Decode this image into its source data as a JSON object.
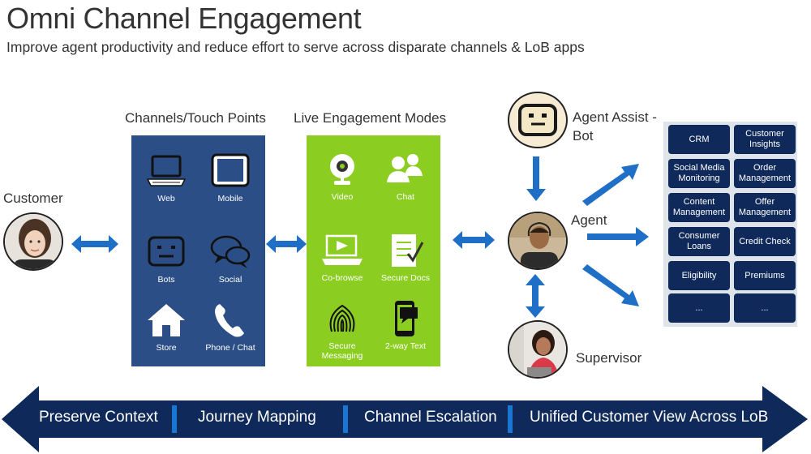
{
  "title": "Omni Channel Engagement",
  "subtitle": "Improve agent productivity and reduce effort to serve across disparate channels & LoB apps",
  "customer": {
    "label": "Customer"
  },
  "channels": {
    "heading": "Channels/Touch Points",
    "items": [
      {
        "label": "Web",
        "icon": "laptop-icon"
      },
      {
        "label": "Mobile",
        "icon": "tablet-icon"
      },
      {
        "label": "Bots",
        "icon": "bot-icon"
      },
      {
        "label": "Social",
        "icon": "speech-bubbles-icon"
      },
      {
        "label": "Store",
        "icon": "house-icon"
      },
      {
        "label": "Phone / Chat",
        "icon": "phone-icon"
      }
    ]
  },
  "modes": {
    "heading": "Live Engagement Modes",
    "items": [
      {
        "label": "Video",
        "icon": "webcam-icon"
      },
      {
        "label": "Chat",
        "icon": "chat-people-icon"
      },
      {
        "label": "Co-browse",
        "icon": "cobrowse-icon"
      },
      {
        "label": "Secure Docs",
        "icon": "checklist-doc-icon"
      },
      {
        "label": "Secure Messaging",
        "icon": "fingerprint-icon"
      },
      {
        "label": "2-way Text",
        "icon": "smartphone-text-icon"
      }
    ]
  },
  "agent_assist": {
    "label": "Agent Assist - Bot"
  },
  "agent": {
    "label": "Agent"
  },
  "supervisor": {
    "label": "Supervisor"
  },
  "lob_apps": [
    {
      "label": "CRM"
    },
    {
      "label": "Customer Insights"
    },
    {
      "label": "Social Media Monitoring"
    },
    {
      "label": "Order Management"
    },
    {
      "label": "Content Management"
    },
    {
      "label": "Offer Management"
    },
    {
      "label": "Consumer Loans"
    },
    {
      "label": "Credit Check"
    },
    {
      "label": "Eligibility"
    },
    {
      "label": "Premiums"
    },
    {
      "label": "..."
    },
    {
      "label": "..."
    }
  ],
  "bottom_band": {
    "items": [
      "Preserve Context",
      "Journey Mapping",
      "Channel Escalation",
      "Unified Customer View Across LoB"
    ]
  },
  "colors": {
    "channels_panel": "#2b4e86",
    "modes_panel": "#8ccd21",
    "arrow_blue": "#1f6fc6",
    "lob_box": "#0f2a5a",
    "band": "#0f2a5a"
  }
}
